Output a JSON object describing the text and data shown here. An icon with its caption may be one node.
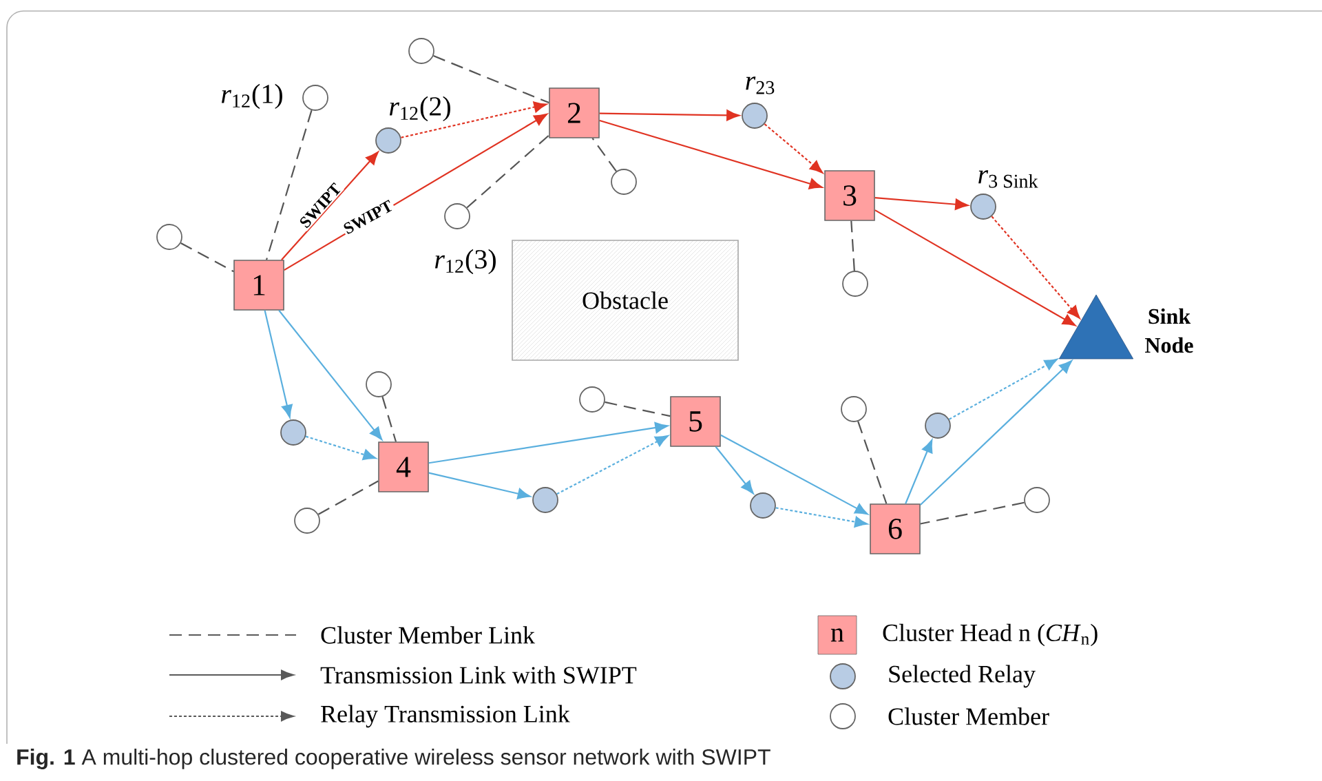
{
  "diagram": {
    "caption": "**Fig. 1** A multi-hop clustered cooperative wireless sensor network with SWIPT",
    "nodes": [
      {
        "text": [
          "1"
        ]
      },
      {
        "text": [
          "2"
        ]
      },
      {
        "text": [
          "3"
        ]
      },
      {
        "text": [
          "4"
        ]
      },
      {
        "text": [
          "5"
        ]
      },
      {
        "text": [
          "6"
        ]
      },
      {
        "text": [],
        "shape": "triangle",
        "beside": [
          "Sink Node"
        ]
      },
      {
        "text": [],
        "shape": "circle"
      },
      {
        "text": [],
        "shape": "circle"
      },
      {
        "text": [],
        "shape": "circle"
      },
      {
        "text": [],
        "shape": "circle"
      },
      {
        "text": [],
        "shape": "circle"
      },
      {
        "text": [],
        "shape": "circle"
      },
      {
        "text": [],
        "shape": "circle"
      },
      {
        "text": [],
        "shape": "circle"
      },
      {
        "text": [],
        "shape": "circle"
      },
      {
        "text": [],
        "shape": "circle"
      },
      {
        "text": [],
        "shape": "circle"
      },
      {
        "text": [],
        "shape": "circle"
      },
      {
        "text": [],
        "shape": "circle"
      },
      {
        "text": [],
        "shape": "circle"
      },
      {
        "text": [],
        "shape": "circle"
      },
      {
        "text": [],
        "shape": "circle"
      },
      {
        "text": [],
        "shape": "circle"
      },
      {
        "text": [],
        "shape": "circle"
      },
      {
        "text": [
          "Obstacle"
        ]
      }
    ],
    "edges": [
      {
        "from": 0,
        "to": 7,
        "arrow": "to",
        "label": "SWIPT",
        "color": "#e03322"
      },
      {
        "from": 0,
        "to": 1,
        "arrow": "to",
        "label": "SWIPT",
        "color": "#e03322"
      },
      {
        "from": 7,
        "to": 1,
        "arrow": "to",
        "style": "dashed",
        "color": "#e03322"
      },
      {
        "from": 1,
        "to": 8,
        "arrow": "to",
        "color": "#e03322"
      },
      {
        "from": 1,
        "to": 2,
        "arrow": "to",
        "color": "#e03322"
      },
      {
        "from": 8,
        "to": 2,
        "arrow": "to",
        "style": "dashed",
        "color": "#e03322"
      },
      {
        "from": 2,
        "to": 9,
        "arrow": "to",
        "color": "#e03322"
      },
      {
        "from": 2,
        "to": 6,
        "arrow": "to",
        "color": "#e03322"
      },
      {
        "from": 9,
        "to": 6,
        "arrow": "to",
        "style": "dashed",
        "color": "#e03322"
      },
      {
        "from": 0,
        "to": 10,
        "arrow": "to"
      },
      {
        "from": 0,
        "to": 3,
        "arrow": "to"
      },
      {
        "from": 10,
        "to": 3,
        "arrow": "to",
        "style": "dashed"
      },
      {
        "from": 3,
        "to": 4,
        "arrow": "to"
      },
      {
        "from": 3,
        "to": 11,
        "arrow": "to"
      },
      {
        "from": 11,
        "to": 4,
        "arrow": "to",
        "style": "dashed"
      },
      {
        "from": 4,
        "to": 12,
        "arrow": "to"
      },
      {
        "from": 4,
        "to": 5,
        "arrow": "to"
      },
      {
        "from": 12,
        "to": 5,
        "arrow": "to",
        "style": "dashed"
      },
      {
        "from": 5,
        "to": 13,
        "arrow": "to"
      },
      {
        "from": 5,
        "to": 6,
        "arrow": "to"
      },
      {
        "from": 13,
        "to": 6,
        "arrow": "to",
        "style": "dashed"
      },
      {
        "from": 14,
        "to": 0,
        "arrow": "none",
        "style": "dashed",
        "color": "#555555"
      },
      {
        "from": 15,
        "to": 0,
        "arrow": "none",
        "style": "dashed",
        "color": "#555555"
      },
      {
        "from": 16,
        "to": 1,
        "arrow": "none",
        "style": "dashed",
        "color": "#555555"
      },
      {
        "from": 17,
        "to": 1,
        "arrow": "none",
        "style": "dashed",
        "color": "#555555"
      },
      {
        "from": 18,
        "to": 1,
        "arrow": "none",
        "style": "dashed",
        "color": "#555555"
      },
      {
        "from": 19,
        "to": 2,
        "arrow": "none",
        "style": "dashed",
        "color": "#555555"
      },
      {
        "from": 20,
        "to": 3,
        "arrow": "none",
        "style": "dashed",
        "color": "#555555"
      },
      {
        "from": 21,
        "to": 3,
        "arrow": "none",
        "style": "dashed",
        "color": "#555555"
      },
      {
        "from": 22,
        "to": 4,
        "arrow": "none",
        "style": "dashed",
        "color": "#555555"
      },
      {
        "from": 23,
        "to": 5,
        "arrow": "none",
        "style": "dashed",
        "color": "#555555"
      },
      {
        "from": 24,
        "to": 5,
        "arrow": "none",
        "style": "dashed",
        "color": "#555555"
      }
    ],
    "labels": [
      "*r*$_{23}$",
      "*r*$_{12}$(1)",
      "*r*$_{12}$(2)",
      "*r*$_{3 Sink}$",
      "*r*$_{12}$(3)",
      "n"
    ],
    "legend": [
      {
        "text": "Cluster Member Link"
      },
      {
        "text": "Transmission Link with SWIPT"
      },
      {
        "text": "Relay Transmission Link"
      },
      {
        "text": "Cluster Head n (*CH*$_{n}$)",
        "color": "#ff9f9f"
      },
      {
        "text": "Selected Relay",
        "color": "#b8cce4"
      },
      {
        "text": "Cluster Member"
      }
    ]
  }
}
